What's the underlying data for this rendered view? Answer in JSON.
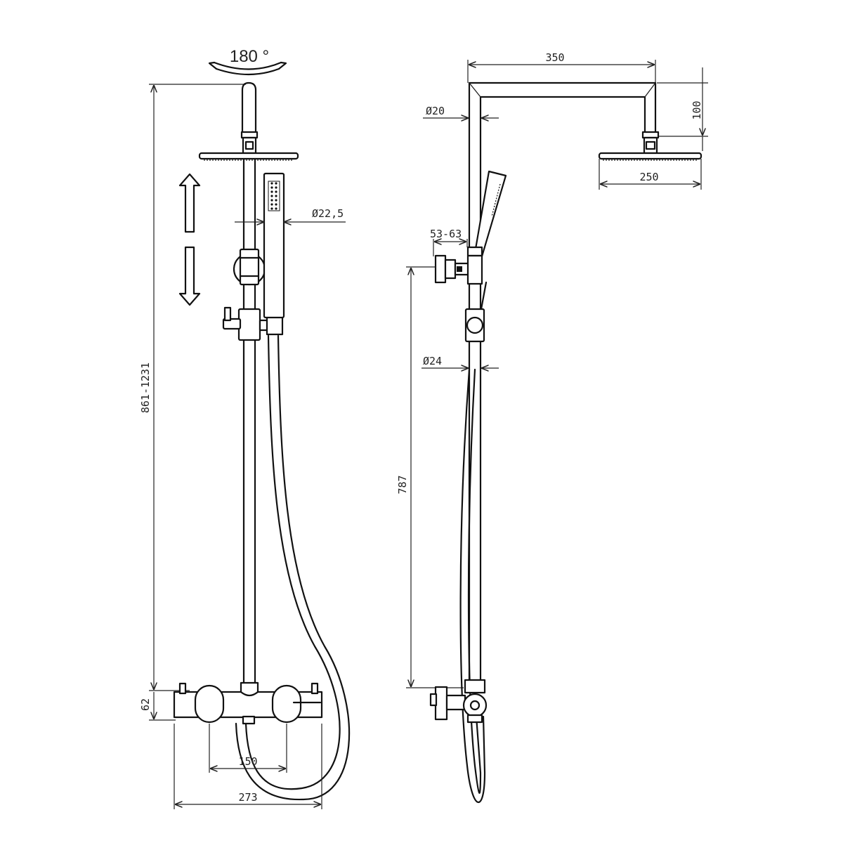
{
  "front_view": {
    "rotation_label": "180 °",
    "height_label": "861-1231",
    "hand_shower_diameter_label": "Ø22,5",
    "mixer_height_label": "62",
    "inlet_spacing_label": "150",
    "mixer_width_label": "273"
  },
  "side_view": {
    "arm_length_label": "350",
    "arm_drop_label": "100",
    "head_diameter_label": "250",
    "upper_pipe_diameter_label": "Ø20",
    "bracket_label": "53-63",
    "riser_diameter_label": "Ø24",
    "riser_height_label": "787"
  },
  "colors": {
    "line": "#111111",
    "background": "#ffffff"
  }
}
